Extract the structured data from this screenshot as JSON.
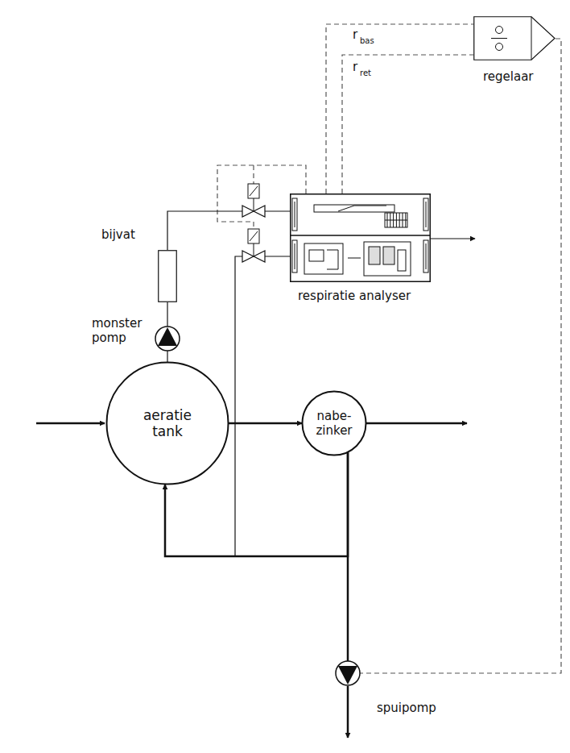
{
  "diagram": {
    "nodes": [
      {
        "text": [
          "aeratie tank"
        ]
      },
      {
        "text": [
          "nabe- zinker"
        ]
      },
      {
        "text": [
          "regelaar"
        ]
      },
      {
        "text": [
          "respiratie analyser"
        ]
      },
      {
        "text": [
          "bijvat"
        ]
      },
      {
        "text": [
          "monster pomp"
        ]
      },
      {
        "text": [
          "spuipomp"
        ]
      }
    ],
    "edges": [
      {
        "from": 0,
        "to": 1,
        "arrow": "to"
      },
      {
        "from": 1,
        "to": 0,
        "arrow": "to"
      },
      {
        "from": 1,
        "to": 6,
        "arrow": "none"
      },
      {
        "from": 1,
        "to": 3,
        "arrow": "none"
      },
      {
        "from": 0,
        "to": 5,
        "arrow": "none"
      },
      {
        "from": 5,
        "to": 4,
        "arrow": "none"
      },
      {
        "from": 4,
        "to": 3,
        "arrow": "none"
      },
      {
        "from": 3,
        "to": 2,
        "arrow": "none"
      },
      {
        "from": 3,
        "to": 2,
        "arrow": "none"
      },
      {
        "from": 2,
        "to": 6,
        "arrow": "none"
      }
    ],
    "labels": [
      "r",
      "bas",
      "r",
      "ret"
    ]
  }
}
